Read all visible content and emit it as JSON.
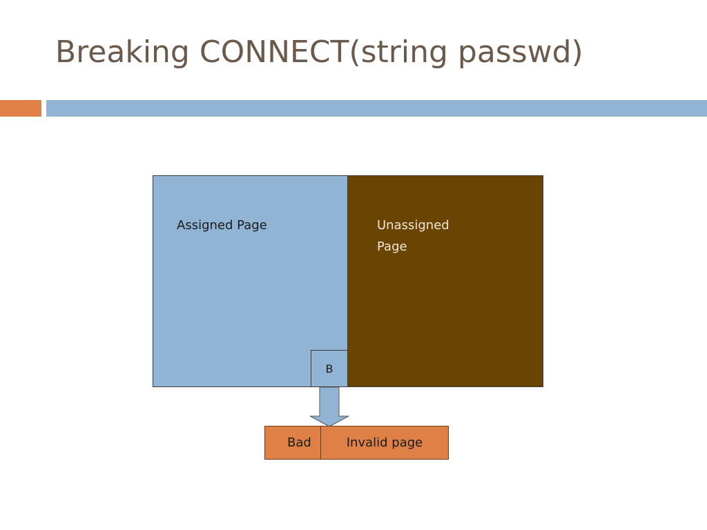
{
  "slide": {
    "title": "Breaking CONNECT(string passwd)"
  },
  "diagram": {
    "assigned_page_label": "Assigned Page",
    "unassigned_page_label": "Unassigned Page",
    "pointer_label": "B",
    "bad_label": "Bad",
    "invalid_page_label": "Invalid page"
  },
  "colors": {
    "title_text": "#6b5a4b",
    "accent_orange": "#df8146",
    "accent_blue": "#91b3d4",
    "assigned_fill": "#92b4d4",
    "unassigned_fill": "#6a4402"
  }
}
